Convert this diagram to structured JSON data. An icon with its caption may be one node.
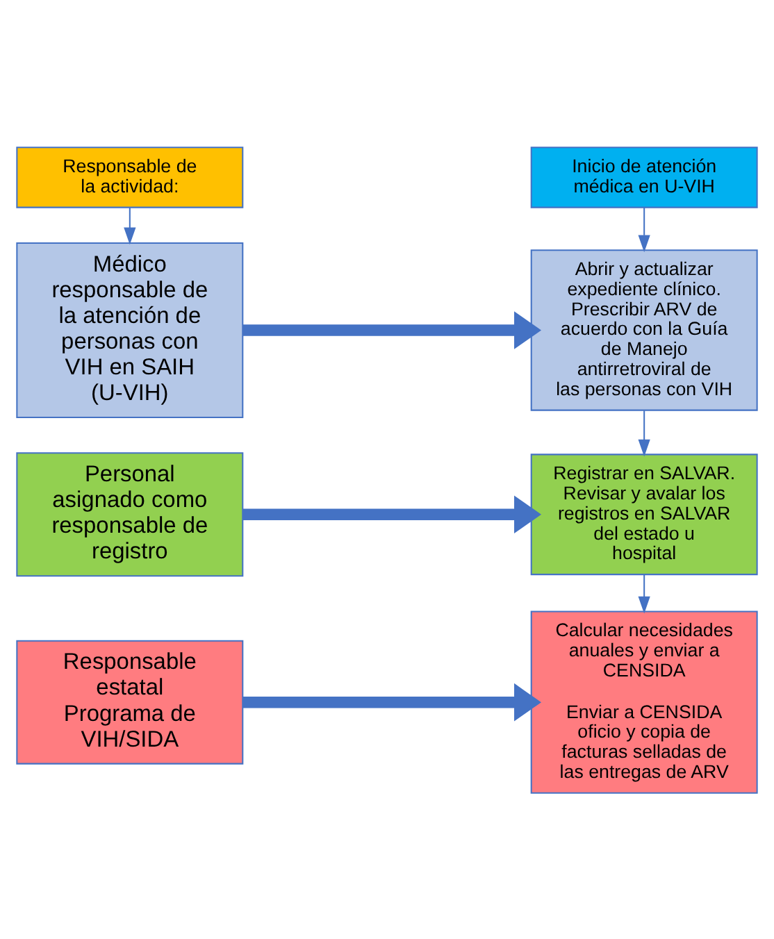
{
  "diagram": {
    "nodes": [
      {
        "text": [
          "Responsable de la actividad:"
        ]
      },
      {
        "text": [
          "Inicio de atención médica en U-VIH"
        ]
      },
      {
        "text": [
          "Médico responsable de la atención de personas con VIH en SAIH (U-VIH)"
        ]
      },
      {
        "text": [
          "Abrir y actualizar expediente clínico. Prescribir ARV de acuerdo con la Guía de Manejo antirretroviral de las personas con VIH"
        ]
      },
      {
        "text": [
          "Personal asignado como responsable de registro"
        ]
      },
      {
        "text": [
          "Registrar en SALVAR. Revisar y avalar los registros en SALVAR del estado u hospital"
        ]
      },
      {
        "text": [
          "Responsable estatal Programa de VIH/SIDA"
        ]
      },
      {
        "text": [
          "Calcular necesidades anuales y enviar a CENSIDA",
          "Enviar a CENSIDA oficio y copia de facturas selladas de las entregas de ARV"
        ]
      }
    ],
    "edges": [
      {
        "from": 0,
        "to": 2,
        "arrow": "to"
      },
      {
        "from": 1,
        "to": 3,
        "arrow": "to"
      },
      {
        "from": 2,
        "to": 3,
        "arrow": "to",
        "style": "thick"
      },
      {
        "from": 3,
        "to": 5,
        "arrow": "to"
      },
      {
        "from": 4,
        "to": 5,
        "arrow": "to",
        "style": "thick"
      },
      {
        "from": 5,
        "to": 7,
        "arrow": "to"
      },
      {
        "from": 6,
        "to": 7,
        "arrow": "to",
        "style": "thick"
      }
    ]
  }
}
